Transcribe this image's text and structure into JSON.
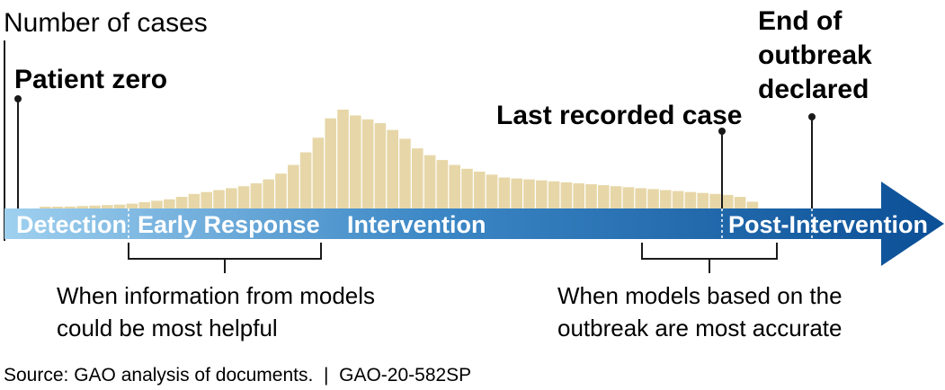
{
  "y_axis_label": "Number of cases",
  "events": {
    "patient_zero": "Patient zero",
    "last_recorded_case": "Last recorded case",
    "end_of_outbreak": [
      "End of",
      "outbreak",
      "declared"
    ]
  },
  "phases": {
    "detection": "Detection",
    "early_response": "Early Response",
    "intervention": "Intervention",
    "post_intervention": "Post-Intervention"
  },
  "notes": {
    "models_helpful": [
      "When information from models",
      "could be most helpful"
    ],
    "models_accurate": [
      "When models based on the",
      "outbreak are most accurate"
    ]
  },
  "source": "Source: GAO analysis of documents.  |  GAO-20-582SP",
  "colors": {
    "bars": "#e7d7a8",
    "arrow_start": "#9fd0ef",
    "arrow_end": "#0b4f96",
    "text": "#1a1a1a"
  },
  "chart_data": {
    "type": "bar",
    "values": [
      1,
      1.5,
      2,
      2.5,
      3,
      3.5,
      4,
      5,
      6.5,
      8,
      9.5,
      12,
      15,
      17,
      19,
      21,
      23,
      26,
      30,
      36,
      45,
      58,
      73,
      93,
      102,
      96,
      92,
      88,
      81,
      72,
      62,
      55,
      50,
      45,
      41,
      38,
      35,
      32,
      31,
      30,
      29,
      28,
      27,
      26,
      25,
      24,
      23,
      22,
      21,
      20,
      19,
      18,
      17,
      16,
      15,
      14,
      12,
      7
    ]
  }
}
